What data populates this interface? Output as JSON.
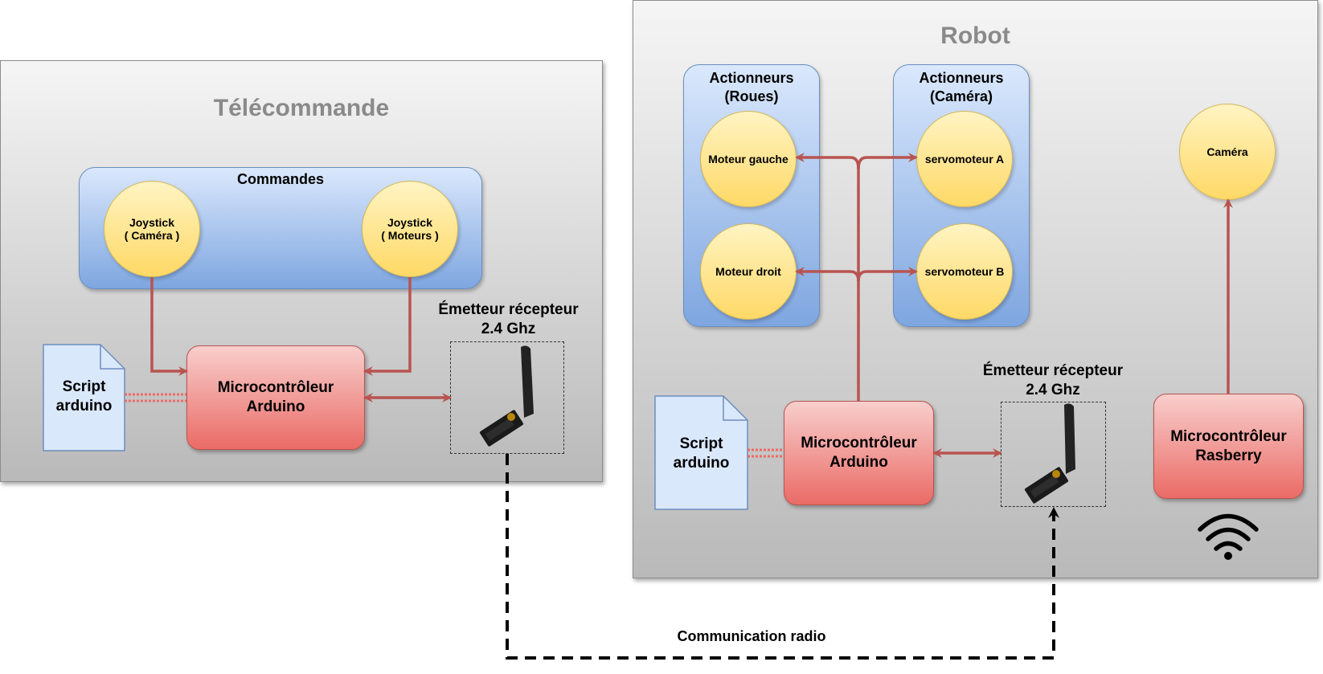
{
  "remote": {
    "title": "Télécommande",
    "commands_label": "Commandes",
    "joystick_camera": "Joystick\n( Caméra )",
    "joystick_motors": "Joystick\n( Moteurs )",
    "script": "Script\narduino",
    "mcu": "Microcontrôleur\nArduino",
    "radio_label": "Émetteur récepteur\n2.4 Ghz"
  },
  "robot": {
    "title": "Robot",
    "wheels_group": "Actionneurs\n(Roues)",
    "camera_group": "Actionneurs\n(Caméra)",
    "left_motor": "Moteur gauche",
    "right_motor": "Moteur droit",
    "servo_a": "servomoteur A",
    "servo_b": "servomoteur B",
    "camera": "Caméra",
    "script": "Script\narduino",
    "mcu": "Microcontrôleur\nArduino",
    "radio_label": "Émetteur récepteur\n2.4 Ghz",
    "raspberry": "Microcontrôleur\nRasberry"
  },
  "link_label": "Communication radio",
  "colors": {
    "arrow": "#b85450",
    "panel_border": "#8c8c8c",
    "group_fill": "#7ea6e0",
    "circle_fill": "#ffd966",
    "mcu_fill": "#ea6b66",
    "doc_fill": "#dae8fc"
  },
  "icons": [
    "radio-module-icon",
    "wifi-icon",
    "document-icon"
  ]
}
